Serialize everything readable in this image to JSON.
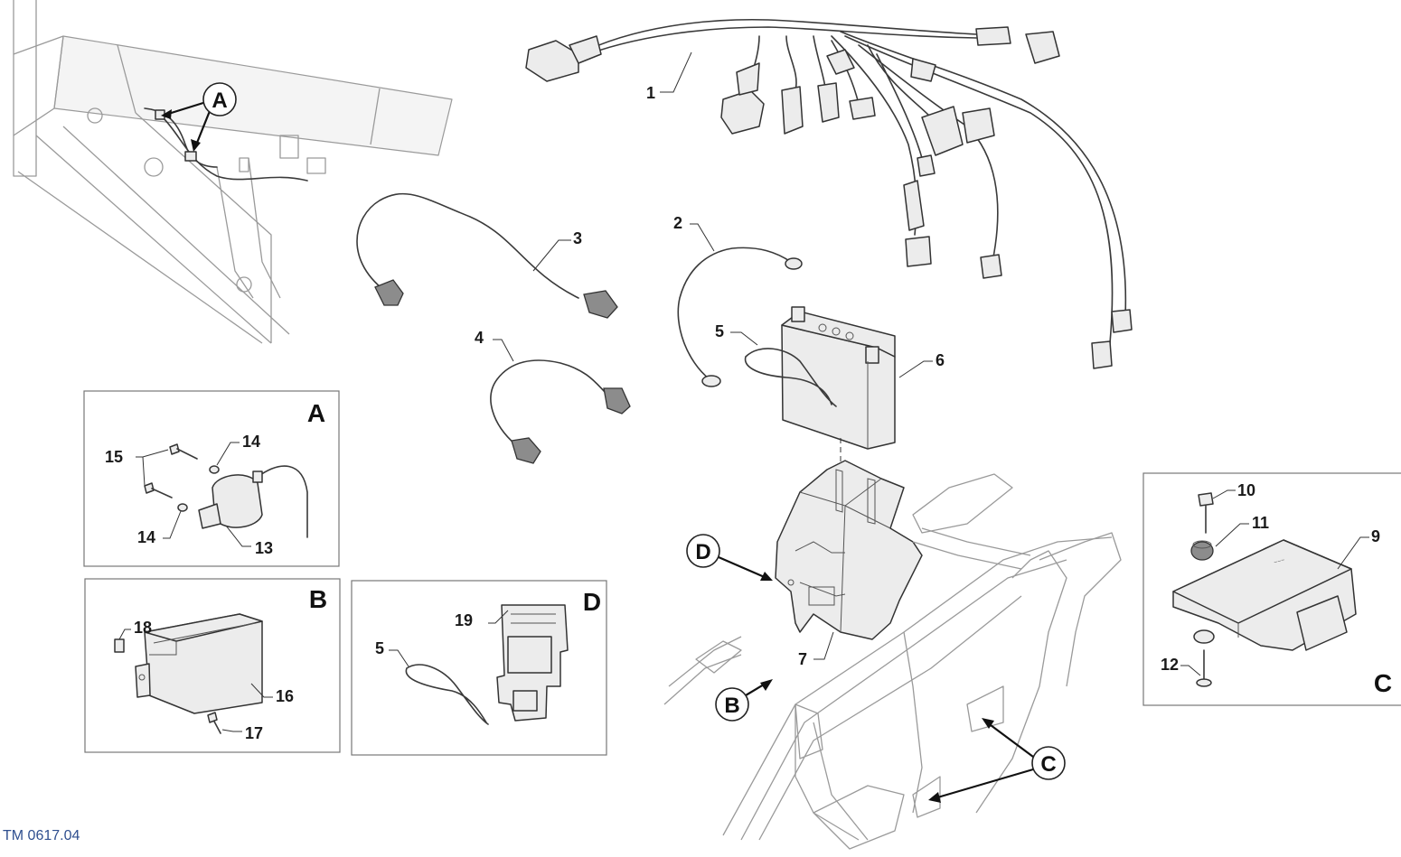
{
  "reference_code": "TM 0617.04",
  "part_numbers": [
    "1",
    "2",
    "3",
    "4",
    "5",
    "6",
    "7",
    "9",
    "10",
    "11",
    "12",
    "13",
    "14",
    "15",
    "16",
    "17",
    "18",
    "19"
  ],
  "callouts": [
    "A",
    "B",
    "C",
    "D"
  ],
  "insets": {
    "A": {
      "letter": "A",
      "labels": [
        "15",
        "14",
        "14",
        "13"
      ]
    },
    "B": {
      "letter": "B",
      "labels": [
        "18",
        "16",
        "17"
      ]
    },
    "C": {
      "letter": "C",
      "labels": [
        "10",
        "11",
        "9",
        "12"
      ]
    },
    "D": {
      "letter": "D",
      "labels": [
        "19",
        "5"
      ]
    }
  },
  "main_labels": {
    "harness": "1",
    "ground_cable": "2",
    "positive_cable": "3",
    "starter_cable": "4",
    "strap": "5",
    "battery": "6",
    "battery_tray": "7"
  }
}
